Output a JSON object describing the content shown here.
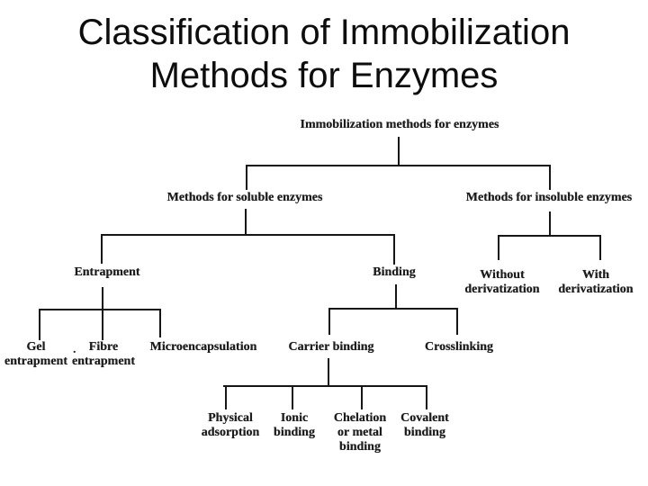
{
  "slide": {
    "title": "Classification of Immobilization\nMethods for Enzymes"
  },
  "diagram": {
    "nodes": {
      "root": "Immobilization methods for enzymes",
      "soluble": "Methods for soluble enzymes",
      "insoluble": "Methods for insoluble enzymes",
      "entrapment": "Entrapment",
      "binding": "Binding",
      "without_derivatization": "Without\nderivatization",
      "with_derivatization": "With\nderivatization",
      "gel_entrapment": "Gel\nentrapment",
      "fibre_entrapment": "Fibre\nentrapment",
      "microencapsulation": "Microencapsulation",
      "carrier_binding": "Carrier binding",
      "crosslinking": "Crosslinking",
      "physical_adsorption": "Physical\nadsorption",
      "ionic_binding": "Ionic\nbinding",
      "chelation_or_metal_binding": "Chelation\nor metal\nbinding",
      "covalent_binding": "Covalent\nbinding",
      "scan_artifact_dot": "."
    },
    "hierarchy": {
      "Immobilization methods for enzymes": {
        "Methods for soluble enzymes": {
          "Entrapment": [
            "Gel entrapment",
            "Fibre entrapment",
            "Microencapsulation"
          ],
          "Binding": {
            "Carrier binding": [
              "Physical adsorption",
              "Ionic binding",
              "Chelation or metal binding",
              "Covalent binding"
            ],
            "Crosslinking": []
          }
        },
        "Methods for insoluble enzymes": [
          "Without derivatization",
          "With derivatization"
        ]
      }
    },
    "colors": {
      "background": "#ffffff",
      "title_text": "#0d0d0d",
      "diagram_text": "#1c1c1c",
      "line": "#161616"
    }
  }
}
